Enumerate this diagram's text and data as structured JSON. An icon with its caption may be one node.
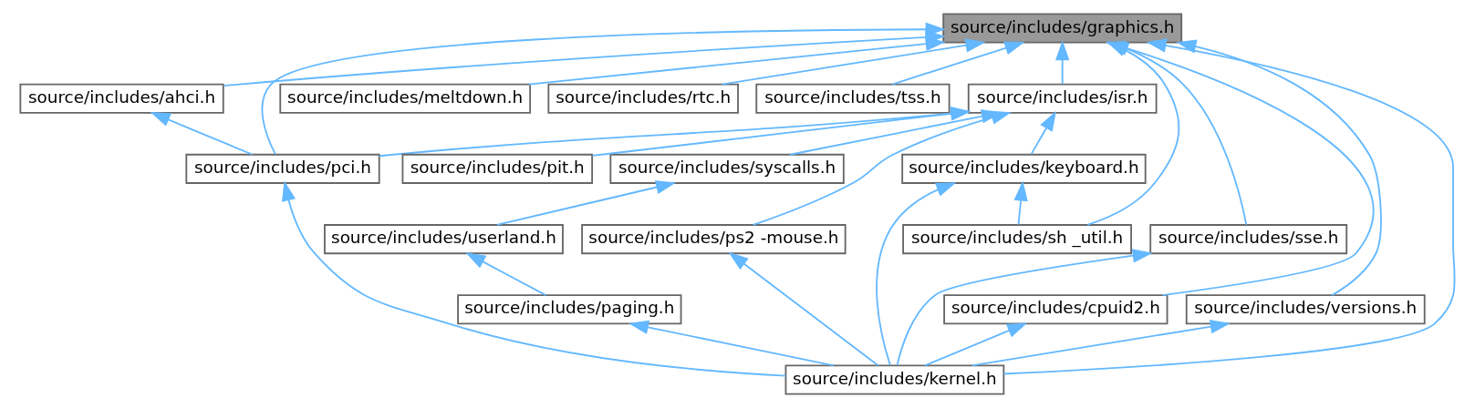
{
  "diagram": {
    "nodes": [
      {
        "text": [
          "source/includes/graphics.h"
        ]
      },
      {
        "text": [
          "source/includes/ahci.h"
        ]
      },
      {
        "text": [
          "source/includes/isr.h"
        ]
      },
      {
        "text": [
          "source/includes/meltdown.h"
        ]
      },
      {
        "text": [
          "source/includes/rtc.h"
        ]
      },
      {
        "text": [
          "source/includes/tss.h"
        ]
      },
      {
        "text": [
          "source/includes/pci.h"
        ]
      },
      {
        "text": [
          "source/includes/syscalls.h"
        ]
      },
      {
        "text": [
          "source/includes/keyboard.h"
        ]
      },
      {
        "text": [
          "source/includes/pit.h"
        ]
      },
      {
        "text": [
          "source/includes/ps2 -mouse.h"
        ]
      },
      {
        "text": [
          "source/includes/sh _util.h"
        ]
      },
      {
        "text": [
          "source/includes/userland.h"
        ]
      },
      {
        "text": [
          "source/includes/sse.h"
        ]
      },
      {
        "text": [
          "source/includes/cpuid2.h"
        ]
      },
      {
        "text": [
          "source/includes/paging.h"
        ]
      },
      {
        "text": [
          "source/includes/versions.h"
        ]
      },
      {
        "text": [
          "source/includes/kernel.h"
        ]
      }
    ],
    "edges": [
      {
        "from": 1,
        "to": 0,
        "arrow": "to"
      },
      {
        "from": 2,
        "to": 0,
        "arrow": "to"
      },
      {
        "from": 3,
        "to": 0,
        "arrow": "to"
      },
      {
        "from": 4,
        "to": 0,
        "arrow": "to"
      },
      {
        "from": 5,
        "to": 0,
        "arrow": "to"
      },
      {
        "from": 6,
        "to": 0,
        "arrow": "to"
      },
      {
        "from": 17,
        "to": 0,
        "arrow": "to"
      },
      {
        "from": 14,
        "to": 0,
        "arrow": "to"
      },
      {
        "from": 11,
        "to": 0,
        "arrow": "to"
      },
      {
        "from": 13,
        "to": 0,
        "arrow": "to"
      },
      {
        "from": 16,
        "to": 0,
        "arrow": "to"
      },
      {
        "from": 6,
        "to": 1,
        "arrow": "to"
      },
      {
        "from": 6,
        "to": 2,
        "arrow": "to"
      },
      {
        "from": 7,
        "to": 2,
        "arrow": "to"
      },
      {
        "from": 8,
        "to": 2,
        "arrow": "to"
      },
      {
        "from": 9,
        "to": 2,
        "arrow": "to"
      },
      {
        "from": 10,
        "to": 2,
        "arrow": "to"
      },
      {
        "from": 12,
        "to": 7,
        "arrow": "to"
      },
      {
        "from": 11,
        "to": 8,
        "arrow": "to"
      },
      {
        "from": 17,
        "to": 8,
        "arrow": "to"
      },
      {
        "from": 15,
        "to": 12,
        "arrow": "to"
      },
      {
        "from": 17,
        "to": 15,
        "arrow": "to"
      },
      {
        "from": 17,
        "to": 10,
        "arrow": "to"
      },
      {
        "from": 17,
        "to": 14,
        "arrow": "to"
      },
      {
        "from": 17,
        "to": 6,
        "arrow": "to"
      },
      {
        "from": 17,
        "to": 13,
        "arrow": "to"
      },
      {
        "from": 17,
        "to": 16,
        "arrow": "to"
      }
    ]
  }
}
